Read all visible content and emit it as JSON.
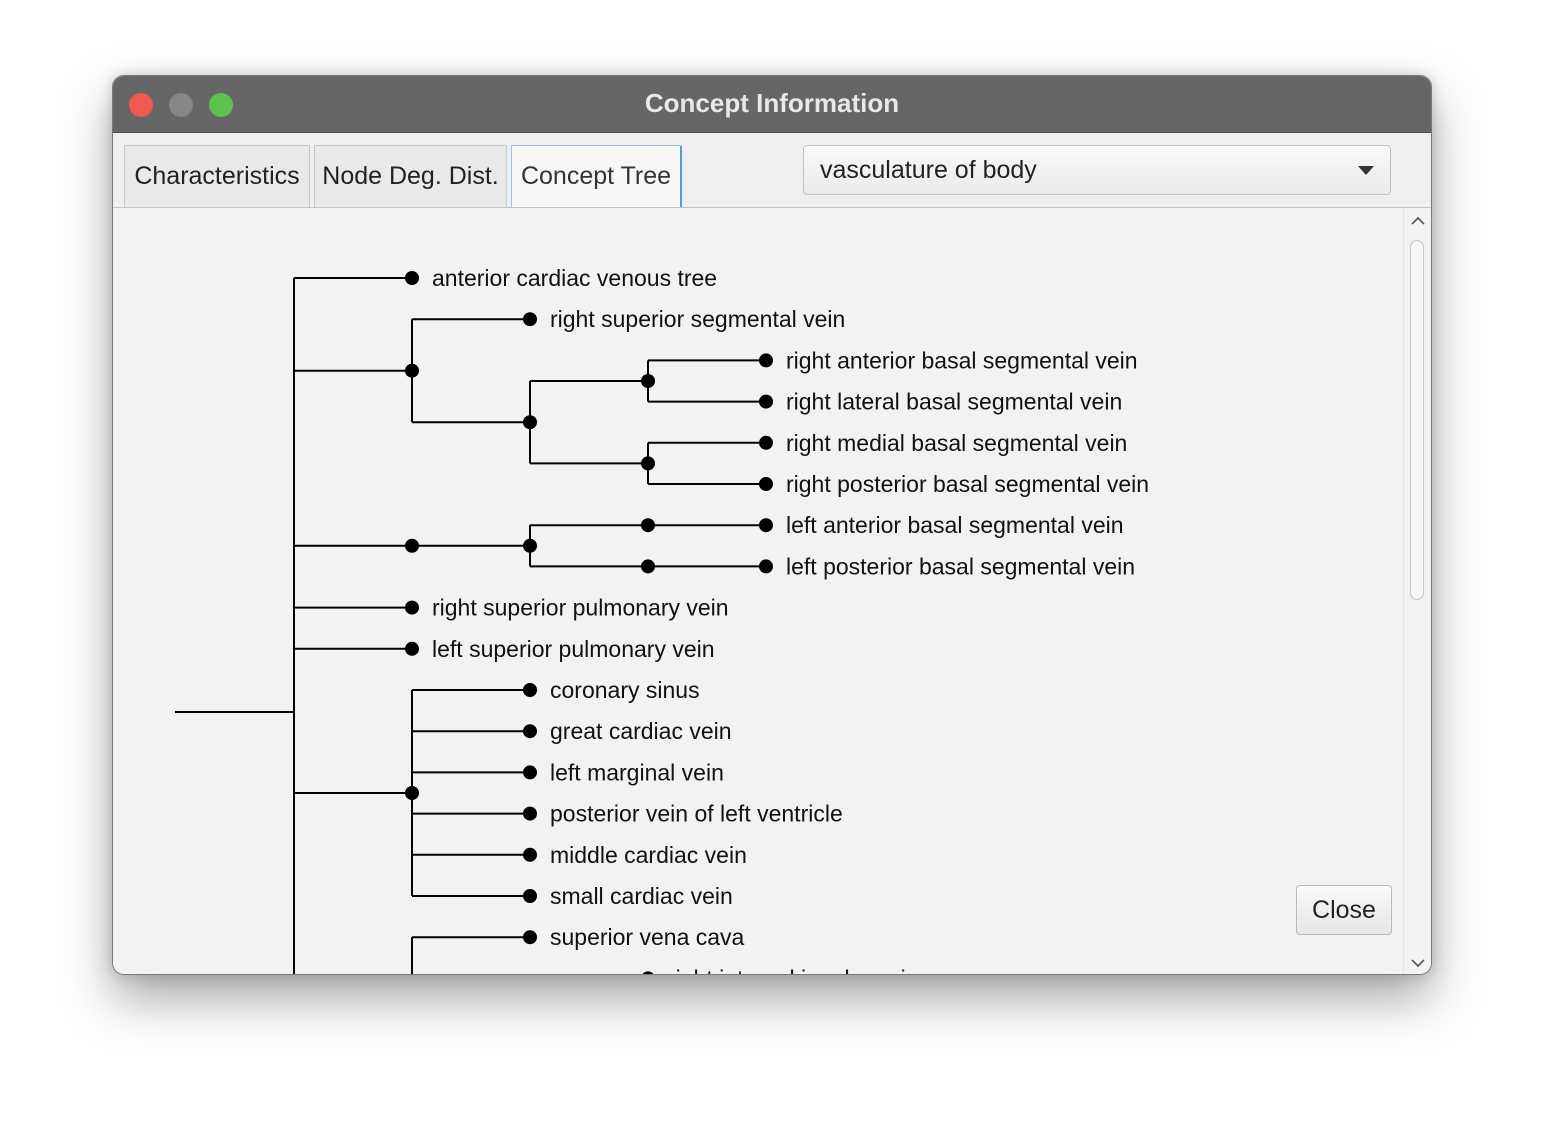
{
  "window": {
    "title": "Concept Information"
  },
  "tabs": [
    {
      "label": "Characteristics",
      "active": false
    },
    {
      "label": "Node Deg. Dist.",
      "active": false
    },
    {
      "label": "Concept Tree",
      "active": true
    }
  ],
  "concept_select": {
    "selected": "vasculature of body"
  },
  "tree": {
    "leaves": [
      "anterior cardiac venous tree",
      "right superior segmental vein",
      "right anterior basal segmental vein",
      "right lateral basal segmental vein",
      "right medial basal segmental vein",
      "right posterior basal segmental vein",
      "left anterior basal segmental vein",
      "left posterior basal segmental vein",
      "right superior pulmonary vein",
      "left superior pulmonary vein",
      "coronary sinus",
      "great cardiac vein",
      "left marginal vein",
      "posterior vein of left ventricle",
      "middle cardiac vein",
      "small cardiac vein",
      "superior vena cava",
      "right internal jugular vein"
    ]
  },
  "buttons": {
    "close_label": "Close"
  },
  "colors": {
    "titlebar": "#666666",
    "close_dot": "#ee5a51",
    "minimize_dot": "#868686",
    "maximize_dot": "#5dc14f",
    "active_tab_accent": "#5b9bd5"
  }
}
